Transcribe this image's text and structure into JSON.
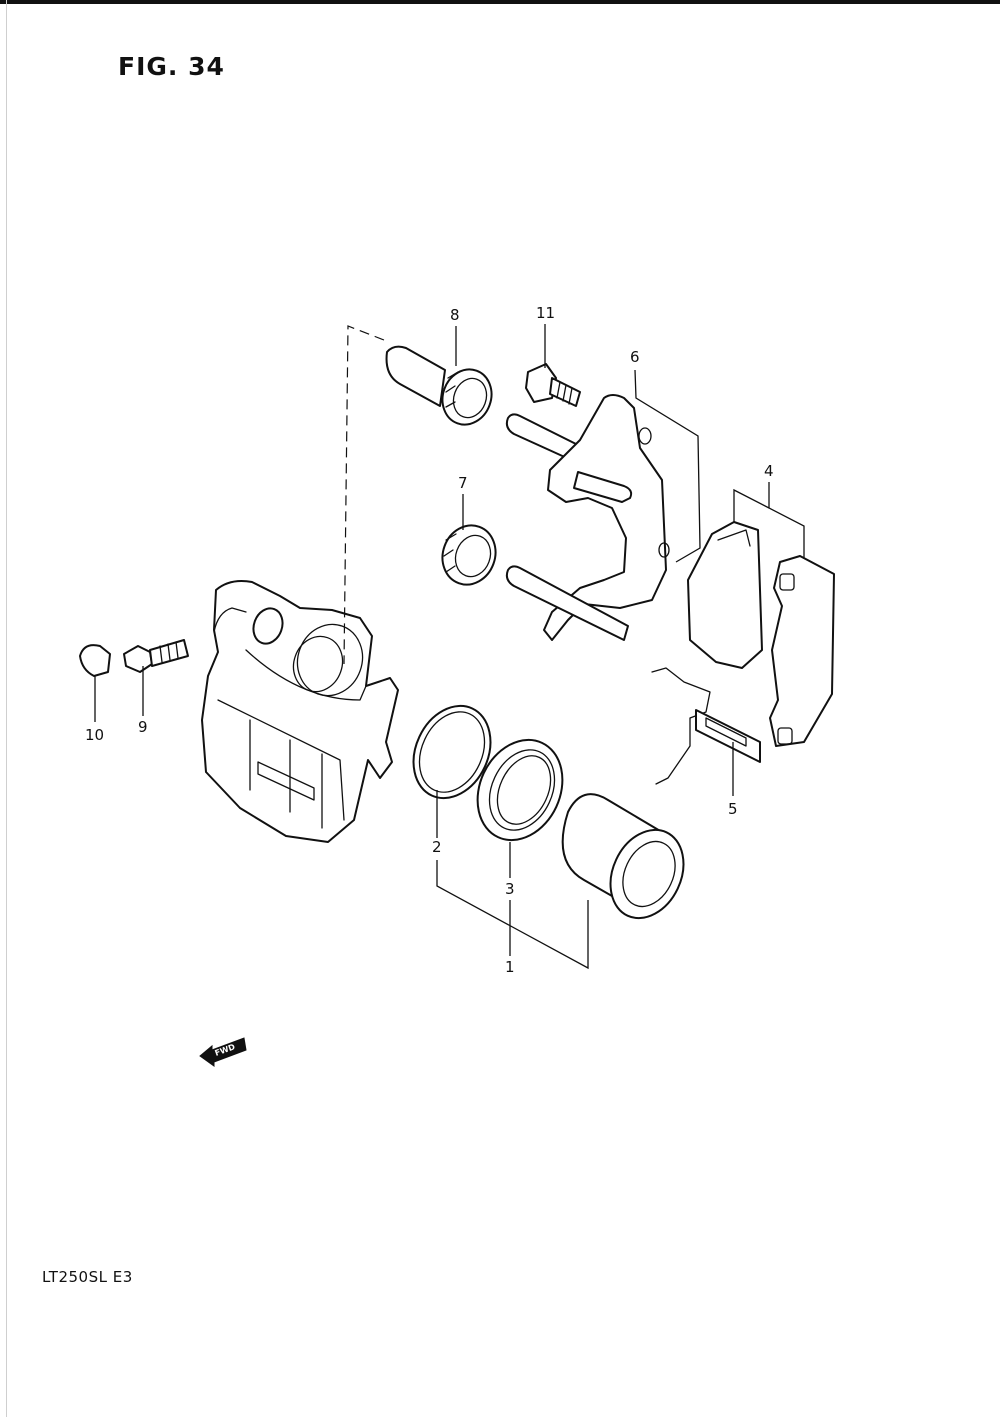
{
  "figure": {
    "title": "FIG. 34"
  },
  "model_code": "LT250SL  E3",
  "fwd_marker": "FWD",
  "callouts": [
    {
      "id": "1",
      "label": "1"
    },
    {
      "id": "2",
      "label": "2"
    },
    {
      "id": "3",
      "label": "3"
    },
    {
      "id": "4",
      "label": "4"
    },
    {
      "id": "5",
      "label": "5"
    },
    {
      "id": "6",
      "label": "6"
    },
    {
      "id": "7",
      "label": "7"
    },
    {
      "id": "8",
      "label": "8"
    },
    {
      "id": "9",
      "label": "9"
    },
    {
      "id": "10",
      "label": "10"
    },
    {
      "id": "11",
      "label": "11"
    }
  ]
}
